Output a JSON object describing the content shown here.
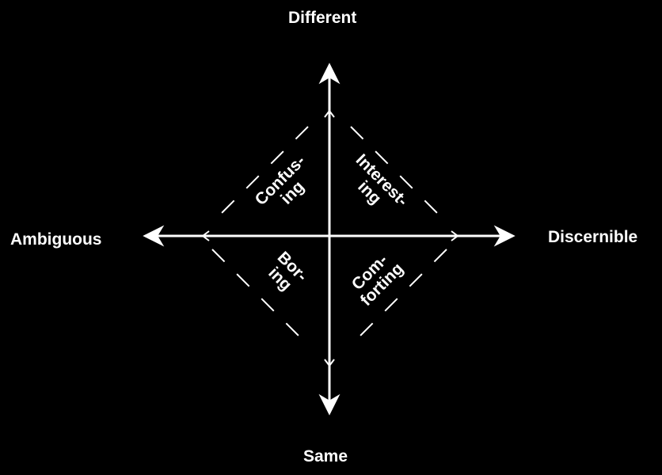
{
  "axes": {
    "top": "Different",
    "bottom": "Same",
    "left": "Ambiguous",
    "right": "Discernible"
  },
  "quadrants": {
    "top_left": {
      "line1": "Confus-",
      "line2": "ing"
    },
    "top_right": {
      "line1": "Interest-",
      "line2": "ing"
    },
    "bottom_left": {
      "line1": "Bor-",
      "line2": "ing"
    },
    "bottom_right": {
      "line1": "Com-",
      "line2": "forting"
    }
  },
  "colors": {
    "background": "#000000",
    "foreground": "#ffffff"
  }
}
